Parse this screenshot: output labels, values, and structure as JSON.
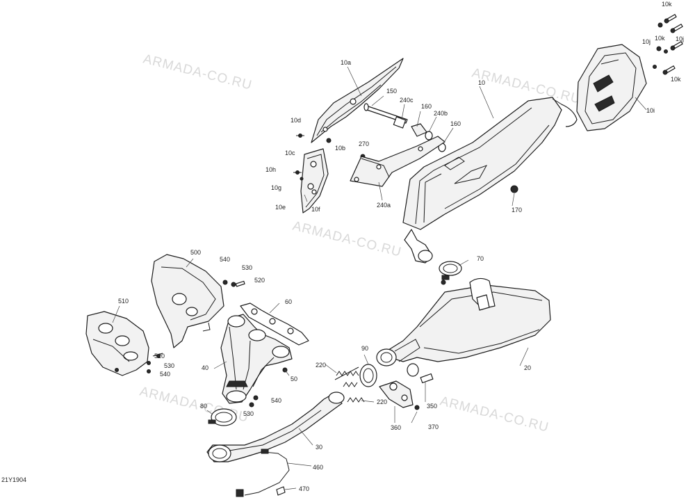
{
  "watermark": "ARMADA-CO.RU",
  "diagram_code": "21Y1904",
  "labels": {
    "l10a": "10a",
    "l10": "10",
    "l10i": "10i",
    "l10k_1": "10k",
    "l10k_2": "10k",
    "l10k_3": "10k",
    "l10j_1": "10j",
    "l10j_2": "10j",
    "l150": "150",
    "l240c": "240c",
    "l160_1": "160",
    "l240b": "240b",
    "l160_2": "160",
    "l270": "270",
    "l240a": "240a",
    "l170": "170",
    "l10d": "10d",
    "l10c": "10c",
    "l10b": "10b",
    "l10h": "10h",
    "l10g": "10g",
    "l10e": "10e",
    "l10f": "10f",
    "l70": "70",
    "l500": "500",
    "l540_1": "540",
    "l530_1": "530",
    "l520_1": "520",
    "l510": "510",
    "l60": "60",
    "l520_2": "520",
    "l530_2": "530",
    "l540_2": "540",
    "l40": "40",
    "l50": "50",
    "l90": "90",
    "l220_1": "220",
    "l220_2": "220",
    "l20": "20",
    "l350": "350",
    "l360": "360",
    "l370": "370",
    "l80": "80",
    "l540_3": "540",
    "l530_3": "530",
    "l30": "30",
    "l460": "460",
    "l470": "470"
  },
  "colors": {
    "line": "#1a1a1a",
    "watermark": "#d9d9d9",
    "background": "#ffffff"
  }
}
